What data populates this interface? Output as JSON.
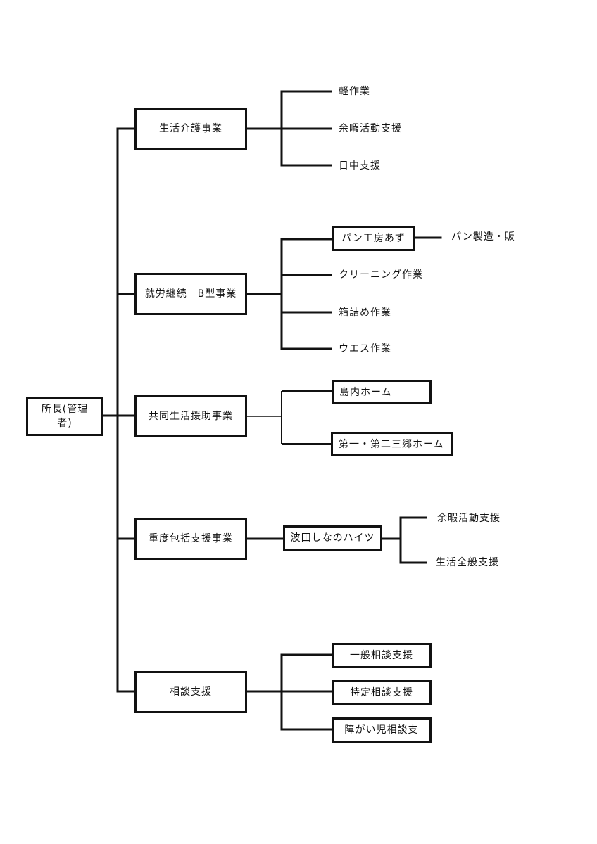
{
  "diagram": {
    "type": "organization-chart",
    "root": {
      "label": "所長(管理者)",
      "label_lines": [
        "所長(管理",
        "者)"
      ]
    },
    "divisions": [
      {
        "label": "生活介護事業",
        "children": [
          {
            "label": "軽作業",
            "boxed": false
          },
          {
            "label": "余暇活動支援",
            "boxed": false
          },
          {
            "label": "日中支援",
            "boxed": false
          }
        ]
      },
      {
        "label": "就労継続　B型事業",
        "children": [
          {
            "label": "パン工房あず",
            "boxed": true,
            "children": [
              {
                "label": "パン製造・販",
                "boxed": false
              }
            ]
          },
          {
            "label": "クリーニング作業",
            "boxed": false
          },
          {
            "label": "箱詰め作業",
            "boxed": false
          },
          {
            "label": "ウエス作業",
            "boxed": false
          }
        ]
      },
      {
        "label": "共同生活援助事業",
        "children": [
          {
            "label": "島内ホーム",
            "boxed": true
          },
          {
            "label": "第一・第二三郷ホーム",
            "boxed": true
          }
        ]
      },
      {
        "label": "重度包括支援事業",
        "children": [
          {
            "label": "波田しなのハイツ",
            "boxed": true,
            "children": [
              {
                "label": "余暇活動支援",
                "boxed": false
              },
              {
                "label": "生活全般支援",
                "boxed": false
              }
            ]
          }
        ]
      },
      {
        "label": "相談支援",
        "children": [
          {
            "label": "一般相談支援",
            "boxed": true
          },
          {
            "label": "特定相談支援",
            "boxed": true
          },
          {
            "label": "障がい児相談支",
            "boxed": true
          }
        ]
      }
    ]
  }
}
